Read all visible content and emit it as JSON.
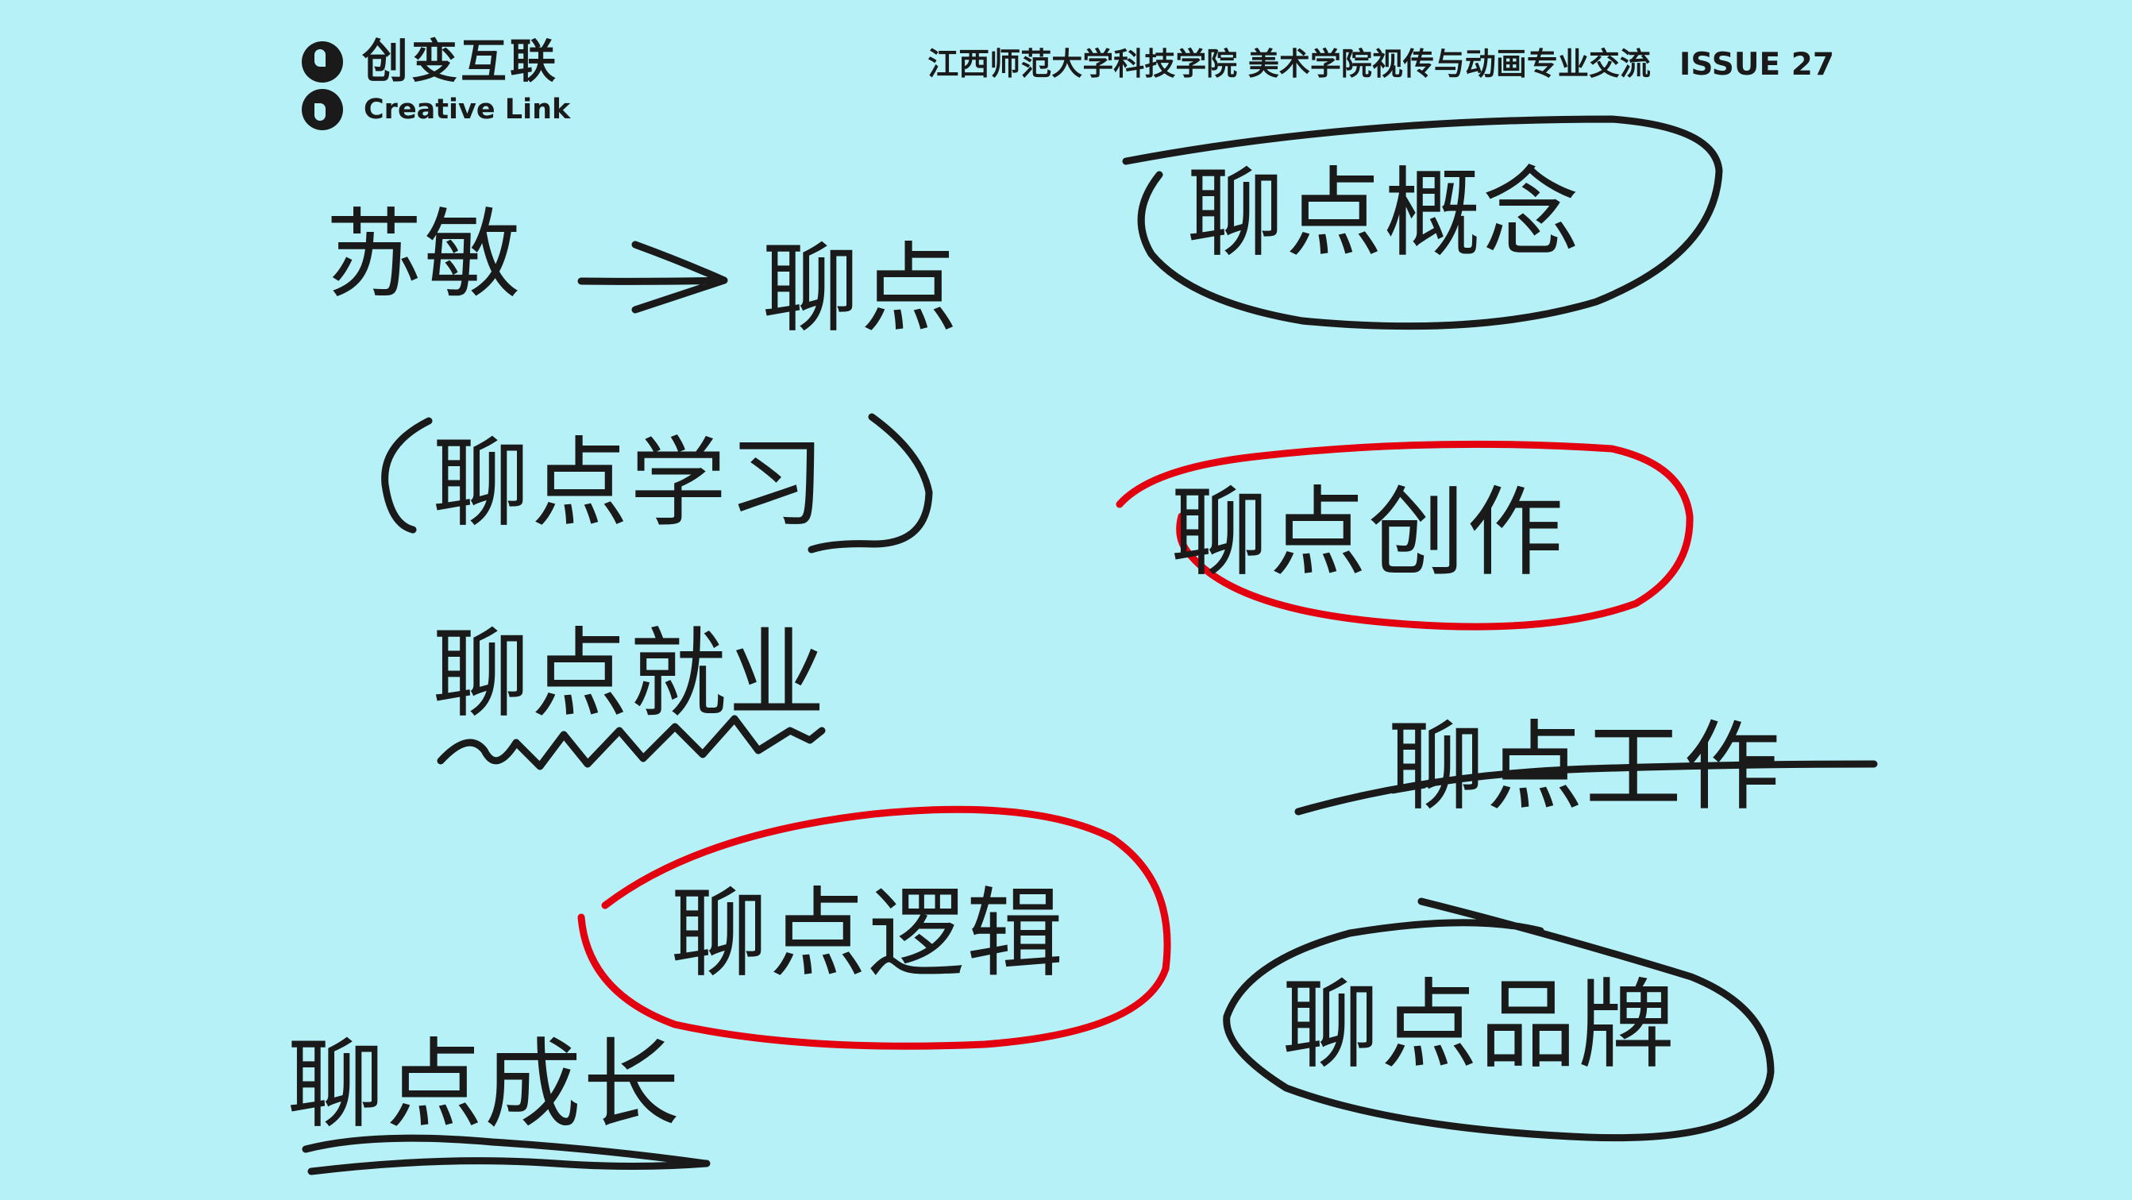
{
  "header": {
    "brand_cn": "创变互联",
    "brand_en": "Creative Link",
    "subtitle": "江西师范大学科技学院 美术学院视传与动画专业交流",
    "issue": "ISSUE 27"
  },
  "words": {
    "su_min": "苏敏",
    "liaodian": "聊点",
    "concept": "聊点概念",
    "study": "聊点学习",
    "create": "聊点创作",
    "employ": "聊点就业",
    "work": "聊点工作",
    "logic": "聊点逻辑",
    "brand": "聊点品牌",
    "growth": "聊点成长"
  },
  "colors": {
    "background": "#b5f1f7",
    "ink": "#1a1a1a",
    "red_ink": "#e3000f"
  }
}
